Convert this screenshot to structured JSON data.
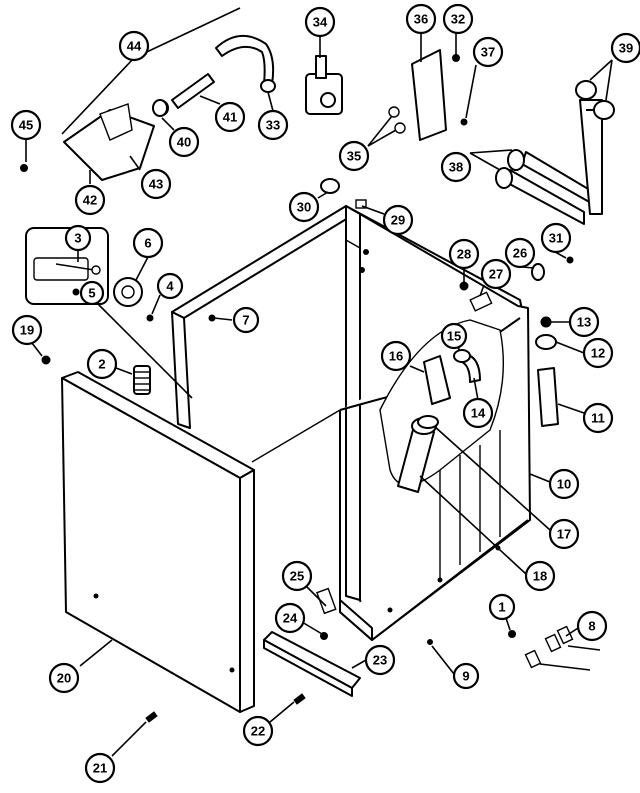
{
  "callouts": [
    {
      "id": "c44",
      "label": "44"
    },
    {
      "id": "c34",
      "label": "34"
    },
    {
      "id": "c36",
      "label": "36"
    },
    {
      "id": "c32",
      "label": "32"
    },
    {
      "id": "c39",
      "label": "39"
    },
    {
      "id": "c37",
      "label": "37"
    },
    {
      "id": "c45",
      "label": "45"
    },
    {
      "id": "c40",
      "label": "40"
    },
    {
      "id": "c41",
      "label": "41"
    },
    {
      "id": "c33",
      "label": "33"
    },
    {
      "id": "c35",
      "label": "35"
    },
    {
      "id": "c38",
      "label": "38"
    },
    {
      "id": "c42",
      "label": "42"
    },
    {
      "id": "c43",
      "label": "43"
    },
    {
      "id": "c30",
      "label": "30"
    },
    {
      "id": "c29",
      "label": "29"
    },
    {
      "id": "c3",
      "label": "3"
    },
    {
      "id": "c6",
      "label": "6"
    },
    {
      "id": "c28a",
      "label": "28"
    },
    {
      "id": "c26",
      "label": "26"
    },
    {
      "id": "c31",
      "label": "31"
    },
    {
      "id": "c27",
      "label": "27"
    },
    {
      "id": "c5",
      "label": "5"
    },
    {
      "id": "c4",
      "label": "4"
    },
    {
      "id": "c7",
      "label": "7"
    },
    {
      "id": "c13",
      "label": "13"
    },
    {
      "id": "c19",
      "label": "19"
    },
    {
      "id": "c15",
      "label": "15"
    },
    {
      "id": "c12",
      "label": "12"
    },
    {
      "id": "c16",
      "label": "16"
    },
    {
      "id": "c2",
      "label": "2"
    },
    {
      "id": "c14",
      "label": "14"
    },
    {
      "id": "c11",
      "label": "11"
    },
    {
      "id": "c10",
      "label": "10"
    },
    {
      "id": "c17",
      "label": "17"
    },
    {
      "id": "c18",
      "label": "18"
    },
    {
      "id": "c25",
      "label": "25"
    },
    {
      "id": "c1",
      "label": "1"
    },
    {
      "id": "c8",
      "label": "8"
    },
    {
      "id": "c24",
      "label": "24"
    },
    {
      "id": "c23",
      "label": "23"
    },
    {
      "id": "c20",
      "label": "20"
    },
    {
      "id": "c9",
      "label": "9"
    },
    {
      "id": "c22",
      "label": "22"
    },
    {
      "id": "c21",
      "label": "21"
    }
  ]
}
